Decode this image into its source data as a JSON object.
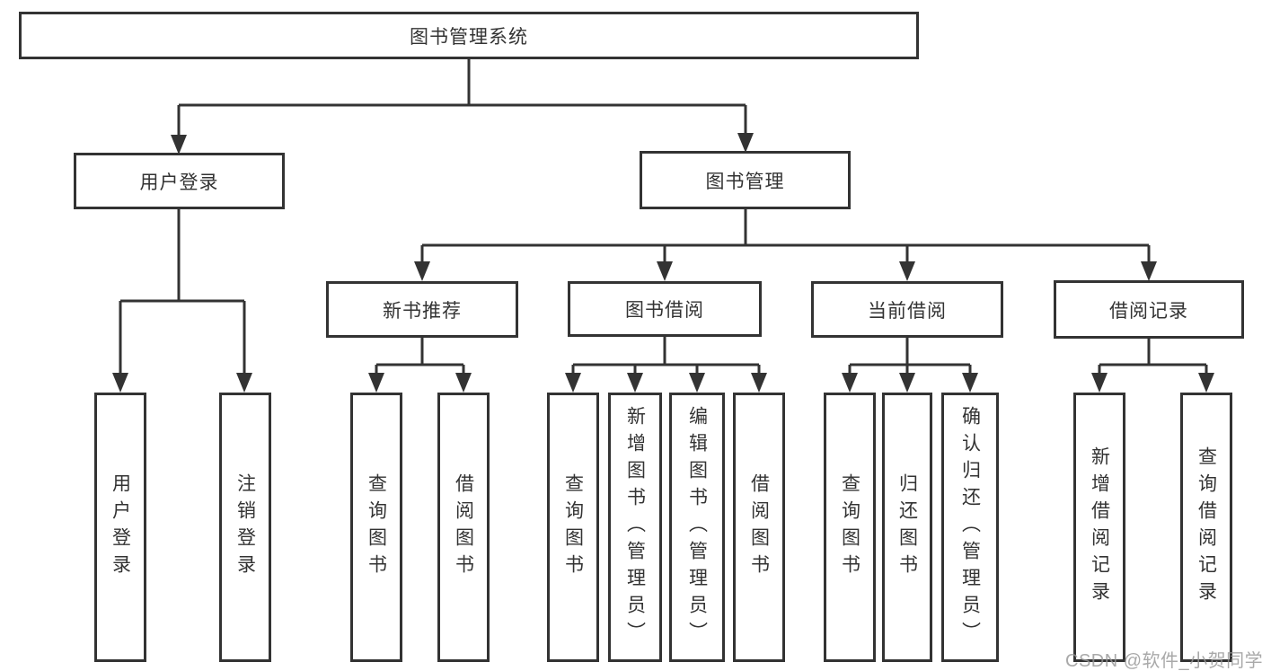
{
  "diagram": {
    "root": {
      "label": "图书管理系统"
    },
    "level2": [
      {
        "label": "用户登录"
      },
      {
        "label": "图书管理"
      }
    ],
    "level3": [
      {
        "label": "新书推荐"
      },
      {
        "label": "图书借阅"
      },
      {
        "label": "当前借阅"
      },
      {
        "label": "借阅记录"
      }
    ],
    "leaves": [
      {
        "label": "用户登录"
      },
      {
        "label": "注销登录"
      },
      {
        "label": "查询图书"
      },
      {
        "label": "借阅图书"
      },
      {
        "label": "查询图书"
      },
      {
        "label": "新增图书（管理员）"
      },
      {
        "label": "编辑图书（管理员）"
      },
      {
        "label": "借阅图书"
      },
      {
        "label": "查询图书"
      },
      {
        "label": "归还图书"
      },
      {
        "label": "确认归还（管理员）"
      },
      {
        "label": "新增借阅记录"
      },
      {
        "label": "查询借阅记录"
      }
    ]
  },
  "watermark": {
    "text": "CSDN @软件_小贺同学"
  },
  "colors": {
    "line": "#333333",
    "text": "#333333",
    "background": "#ffffff",
    "watermark": "#969696"
  }
}
